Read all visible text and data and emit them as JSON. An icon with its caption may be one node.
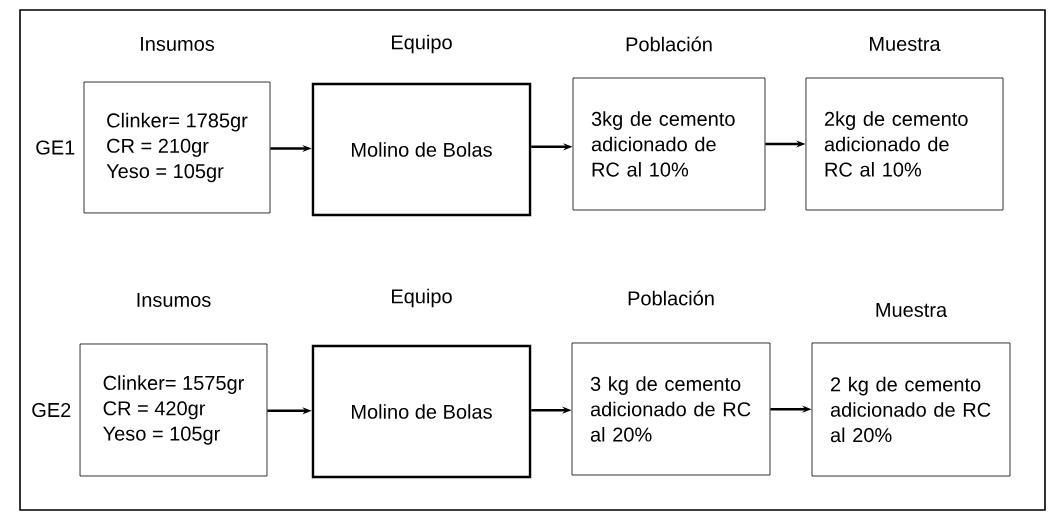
{
  "diagram": {
    "nodes": [
      {
        "text": [
          "Insumos",
          "Clinker= 1785gr",
          "CR = 210gr",
          "Yeso = 105gr"
        ],
        "beside": [
          "GE1"
        ]
      },
      {
        "text": [
          "Equipo",
          "Molino de Bolas"
        ]
      },
      {
        "text": [
          "Población",
          "3kg de cemento adicionado de RC al 10%"
        ]
      },
      {
        "text": [
          "Muestra",
          "2kg de cemento adicionado de RC al 10%"
        ]
      },
      {
        "text": [
          "Insumos",
          "Clinker= 1575gr",
          "CR = 420gr",
          "Yeso = 105gr"
        ],
        "beside": [
          "GE2"
        ]
      },
      {
        "text": [
          "Equipo",
          "Molino de Bolas"
        ]
      },
      {
        "text": [
          "Población",
          "3 kg de cemento adicionado de RC al 20%"
        ]
      },
      {
        "text": [
          "Muestra",
          "2 kg de cemento adicionado de RC al 20%"
        ]
      }
    ],
    "edges": [
      {
        "from": 0,
        "to": 1,
        "arrow": "to"
      },
      {
        "from": 1,
        "to": 2,
        "arrow": "to"
      },
      {
        "from": 2,
        "to": 3,
        "arrow": "to"
      },
      {
        "from": 4,
        "to": 5,
        "arrow": "to"
      },
      {
        "from": 5,
        "to": 6,
        "arrow": "to"
      },
      {
        "from": 6,
        "to": 7,
        "arrow": "to"
      }
    ]
  }
}
